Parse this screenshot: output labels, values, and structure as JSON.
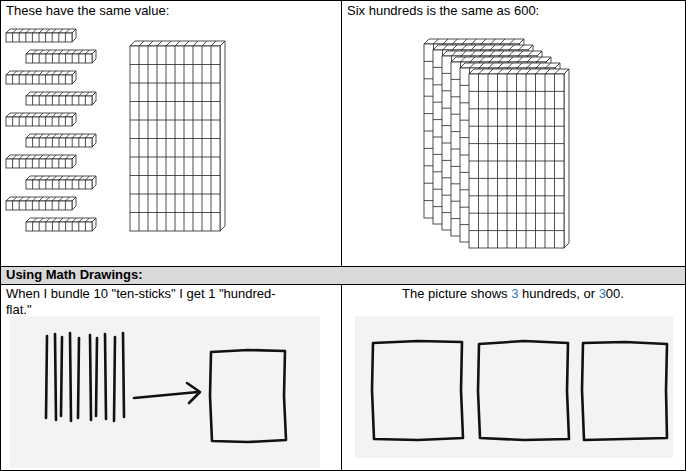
{
  "diagram": {
    "labels": [
      "These have the same value:",
      "Six hundreds is the same as 600:",
      "Using Math Drawings:",
      "When I bundle 10 \"ten-sticks\" I get 1 \"hundred-flat.\"",
      "The picture shows 3 hundreds, or 300."
    ]
  }
}
